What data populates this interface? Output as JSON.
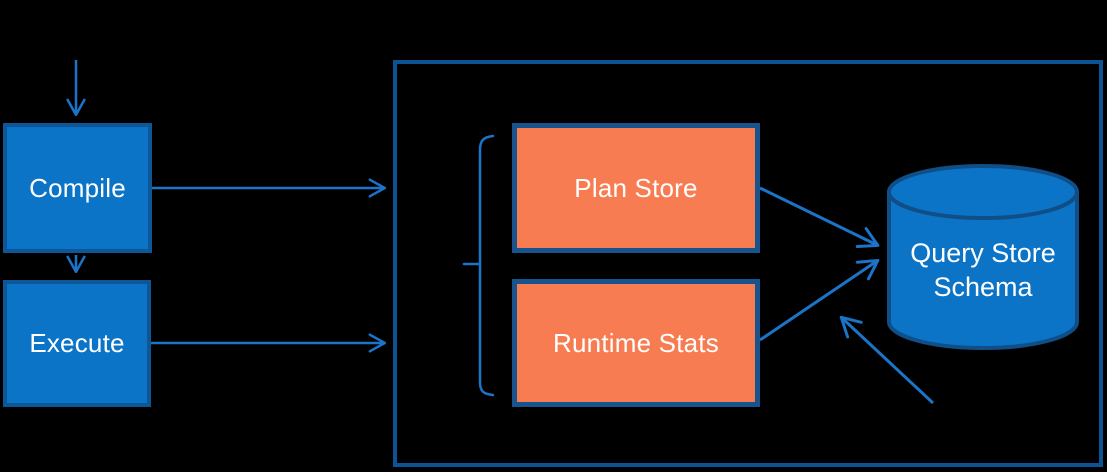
{
  "diagram": {
    "nodes": {
      "compile": {
        "label": "Compile",
        "shape": "rectangle",
        "fill": "#0b74c6"
      },
      "execute": {
        "label": "Execute",
        "shape": "rectangle",
        "fill": "#0b74c6"
      },
      "plan_store": {
        "label": "Plan Store",
        "shape": "rectangle",
        "fill": "#f87c51"
      },
      "runtime_stats": {
        "label": "Runtime Stats",
        "shape": "rectangle",
        "fill": "#f87c51"
      },
      "query_store_schema": {
        "label": "Query Store Schema",
        "shape": "database-cylinder",
        "fill": "#0b74c6"
      }
    },
    "container": {
      "shape": "outlined-rectangle",
      "contains": [
        "plan_store",
        "runtime_stats",
        "query_store_schema"
      ]
    },
    "brace": {
      "shape": "left-curly-brace",
      "groups": [
        "plan_store",
        "runtime_stats"
      ]
    },
    "edges": [
      {
        "from": "top-external",
        "to": "compile",
        "direction": "down"
      },
      {
        "from": "compile",
        "to": "execute",
        "direction": "down"
      },
      {
        "from": "compile",
        "to": "container",
        "direction": "right"
      },
      {
        "from": "execute",
        "to": "container",
        "direction": "right"
      },
      {
        "from": "plan_store",
        "to": "query_store_schema",
        "direction": "right-down"
      },
      {
        "from": "runtime_stats",
        "to": "query_store_schema",
        "direction": "right-up"
      },
      {
        "from": "bottom-external",
        "to": "query_store_schema",
        "direction": "up-left"
      }
    ]
  },
  "colors": {
    "background": "#000000",
    "box_blue_fill": "#0b74c6",
    "box_blue_border": "#0e5796",
    "box_orange_fill": "#f87c51",
    "box_orange_border": "#17548e",
    "container_border": "#0c5394",
    "arrow": "#1b74c8",
    "cylinder_fill": "#0b74c6",
    "cylinder_border": "#0f4e86",
    "text": "#ffffff"
  }
}
